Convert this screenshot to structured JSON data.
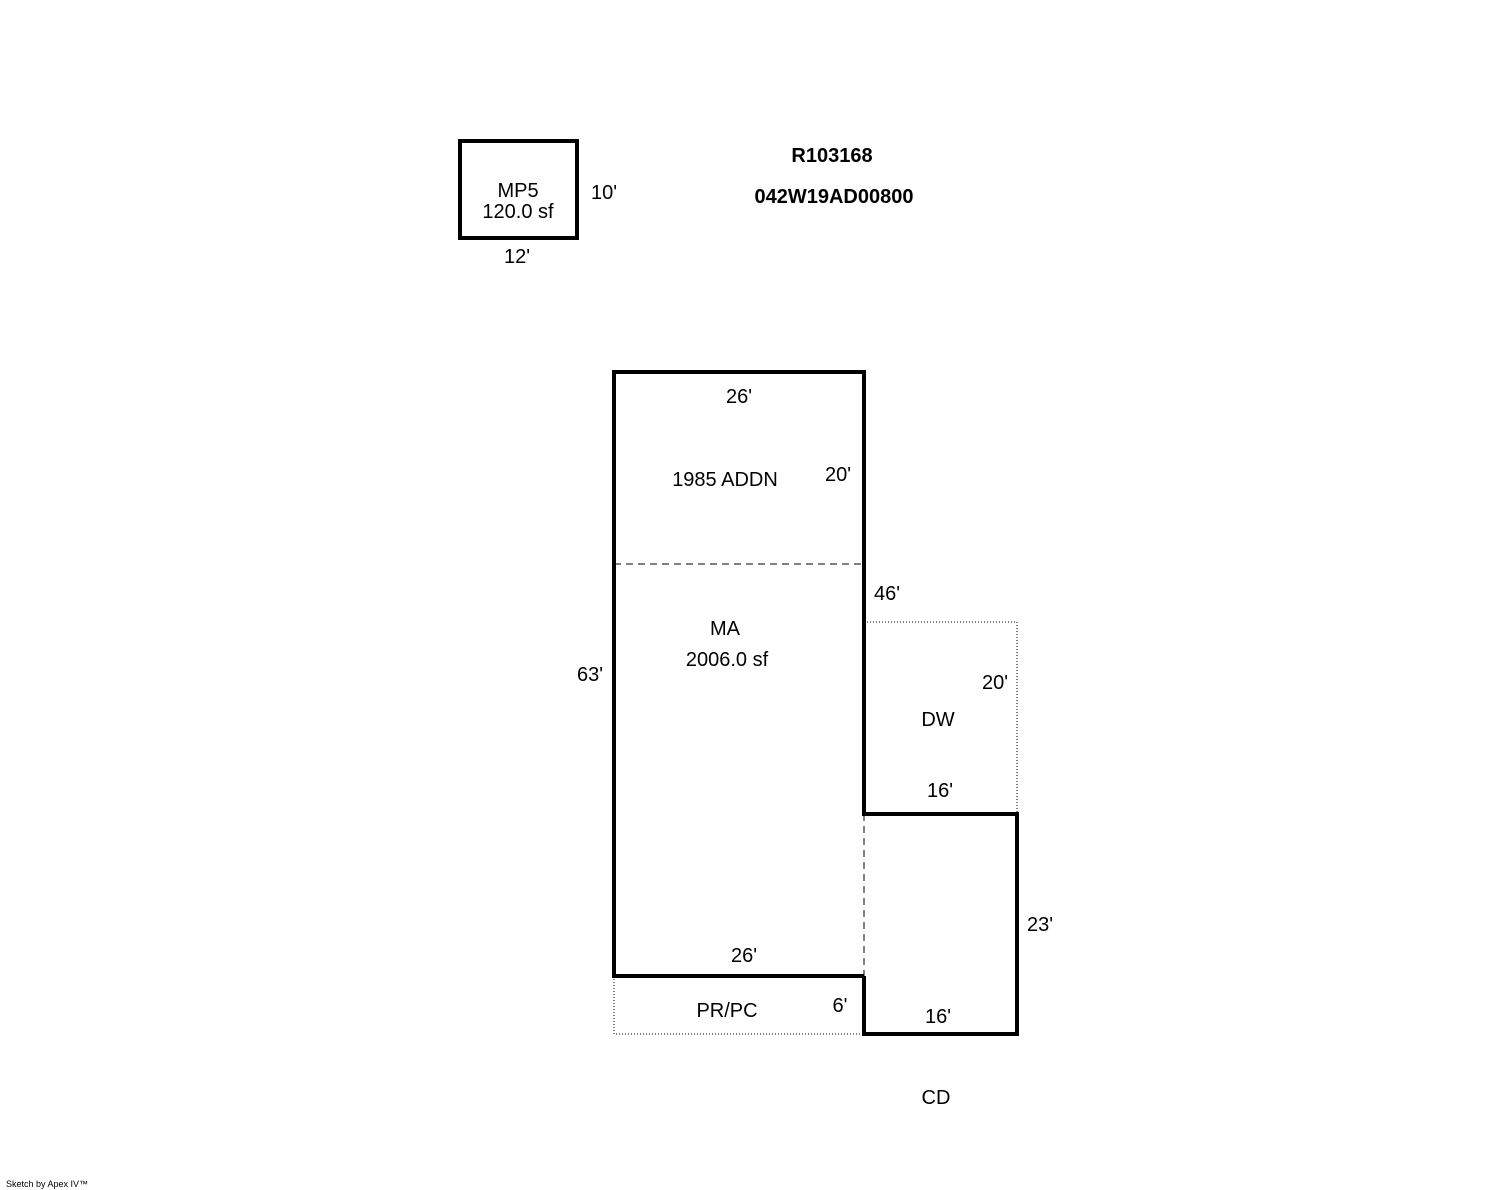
{
  "header": {
    "parcel_id": "R103168",
    "map_number": "042W19AD00800"
  },
  "mp5": {
    "label": "MP5",
    "area": "120.0 sf",
    "dim_side": "10'",
    "dim_bottom": "12'"
  },
  "addn": {
    "label": "1985 ADDN",
    "dim_top": "26'",
    "dim_side": "20'"
  },
  "ma": {
    "label": "MA",
    "area": "2006.0 sf",
    "dim_left": "63'",
    "dim_right": "46'",
    "dim_bottom": "26'"
  },
  "dw": {
    "label": "DW",
    "dim_side": "20'",
    "dim_bottom": "16'"
  },
  "cd": {
    "label": "CD",
    "dim_side": "23'",
    "dim_bottom": "16'"
  },
  "prpc": {
    "label": "PR/PC",
    "dim_side": "6'"
  },
  "footer": {
    "credit": "Sketch by Apex IV™"
  }
}
